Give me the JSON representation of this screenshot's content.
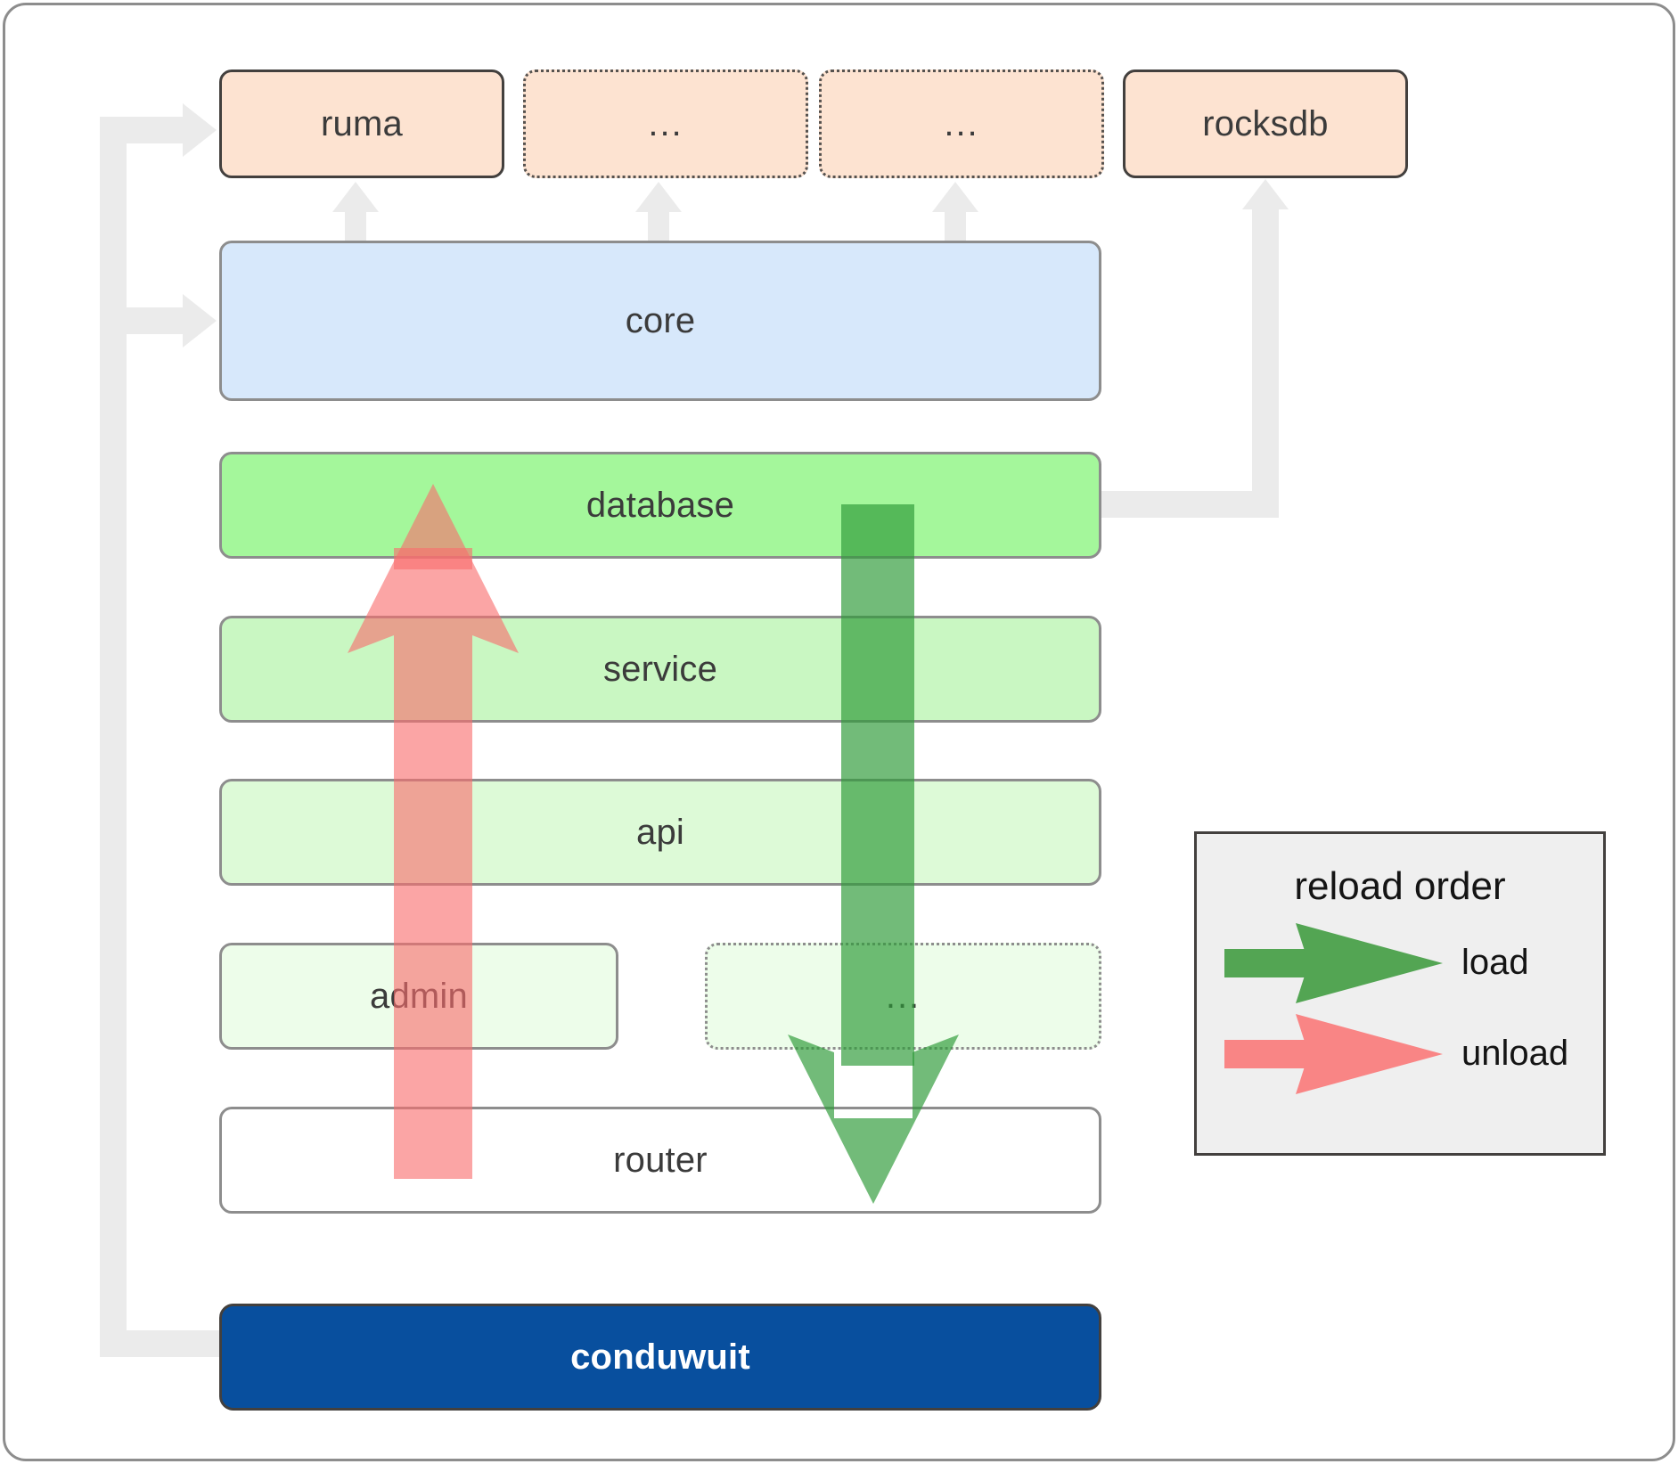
{
  "diagram": {
    "title": "conduwuit crate architecture / reload order",
    "outer_frame": true
  },
  "top_row": [
    {
      "label": "ruma",
      "style": "solid-dark",
      "fill": "#fde3d1"
    },
    {
      "label": "...",
      "style": "dotted",
      "fill": "#fde3d1"
    },
    {
      "label": "...",
      "style": "dotted",
      "fill": "#fde3d1"
    },
    {
      "label": "rocksdb",
      "style": "solid-dark",
      "fill": "#fde3d1"
    }
  ],
  "stack": [
    {
      "label": "core",
      "style": "solid",
      "fill": "#d7e8fb"
    },
    {
      "label": "database",
      "style": "solid",
      "fill": "#a4f79b"
    },
    {
      "label": "service",
      "style": "solid",
      "fill": "#c9f7c2"
    },
    {
      "label": "api",
      "style": "solid",
      "fill": "#ddfad7"
    }
  ],
  "admin_row": [
    {
      "label": "admin",
      "style": "solid",
      "fill": "#edfdea"
    },
    {
      "label": "...",
      "style": "dotted",
      "fill": "#edfdea"
    }
  ],
  "router": {
    "label": "router",
    "style": "solid",
    "fill": "#ffffff"
  },
  "binary": {
    "label": "conduwuit",
    "fill": "#084f9e",
    "text_color": "#ffffff"
  },
  "legend": {
    "title": "reload order",
    "items": [
      {
        "label": "load",
        "color": "#5aa95a",
        "direction": "right"
      },
      {
        "label": "unload",
        "color": "#f98585",
        "direction": "right"
      }
    ]
  },
  "flow_arrows": [
    {
      "name": "unload-arrow",
      "direction": "up",
      "color": "#f98585"
    },
    {
      "name": "load-arrow",
      "direction": "down",
      "color": "#4a9c4a"
    }
  ],
  "connectors": {
    "color": "#ebebeb",
    "edges": [
      {
        "from": "conduwuit",
        "to": "ruma"
      },
      {
        "from": "conduwuit",
        "to": "core"
      },
      {
        "from": "core",
        "to": "ruma"
      },
      {
        "from": "core",
        "to": "dots-1"
      },
      {
        "from": "core",
        "to": "dots-2"
      },
      {
        "from": "database",
        "to": "rocksdb"
      }
    ]
  }
}
